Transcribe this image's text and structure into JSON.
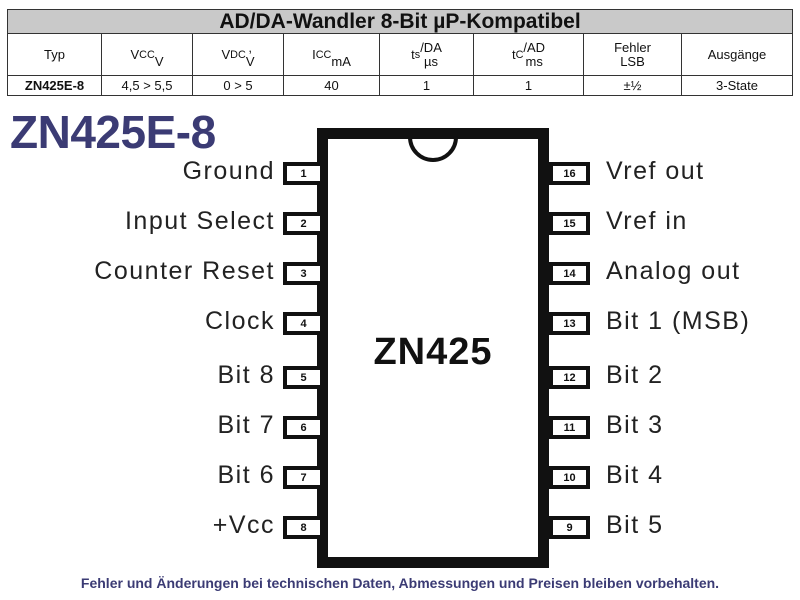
{
  "table": {
    "title": "AD/DA-Wandler 8-Bit µP-Kompatibel",
    "headers": [
      "Typ",
      "V<sub>CC</sub>\nV",
      "V<sub>DC</sub>,\nV",
      "I<sub>CC</sub>\nmA",
      "t<sub>s</sub>/DA\nµs",
      "t<sub>C</sub>/AD\nms",
      "Fehler\nLSB",
      "Ausgänge"
    ],
    "row": [
      "ZN425E-8",
      "4,5 > 5,5",
      "0 > 5",
      "40",
      "1",
      "1",
      "±½",
      "3-State"
    ]
  },
  "chip_title": "ZN425E-8",
  "chip": {
    "label": "ZN425",
    "left_pins": [
      {
        "number": "1",
        "label": "Ground"
      },
      {
        "number": "2",
        "label": "Input Select"
      },
      {
        "number": "3",
        "label": "Counter Reset"
      },
      {
        "number": "4",
        "label": "Clock"
      },
      {
        "number": "5",
        "label": "Bit 8"
      },
      {
        "number": "6",
        "label": "Bit 7"
      },
      {
        "number": "7",
        "label": "Bit 6"
      },
      {
        "number": "8",
        "label": "+Vcc"
      }
    ],
    "right_pins": [
      {
        "number": "16",
        "label": "Vref out"
      },
      {
        "number": "15",
        "label": "Vref in"
      },
      {
        "number": "14",
        "label": "Analog out"
      },
      {
        "number": "13",
        "label": "Bit 1 (MSB)"
      },
      {
        "number": "12",
        "label": "Bit 2"
      },
      {
        "number": "11",
        "label": "Bit 3"
      },
      {
        "number": "10",
        "label": "Bit 4"
      },
      {
        "number": "9",
        "label": "Bit 5"
      }
    ]
  },
  "footer": "Fehler und Änderungen bei technischen Daten, Abmessungen und Preisen bleiben vorbehalten."
}
